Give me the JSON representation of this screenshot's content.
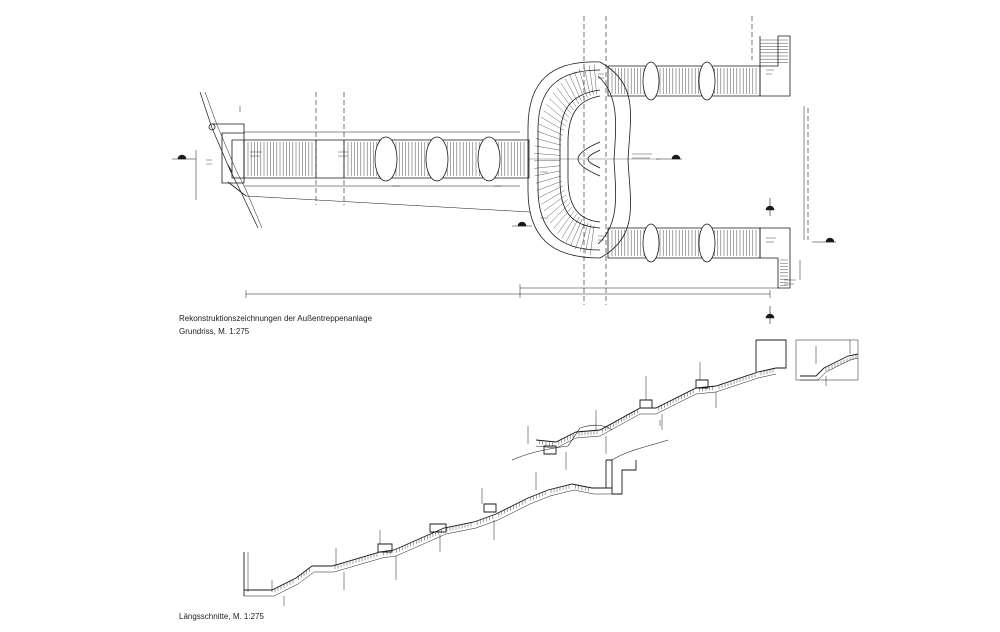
{
  "captions": {
    "plan_title": "Rekonstruktionszeichnungen der Außentreppenanlage",
    "plan_scale": "Grundriss, M. 1:275",
    "section_scale": "Längsschnitte, M. 1:275"
  },
  "colors": {
    "background": "#ffffff",
    "linework": "#1a1a1a",
    "caption_text": "#222222"
  }
}
